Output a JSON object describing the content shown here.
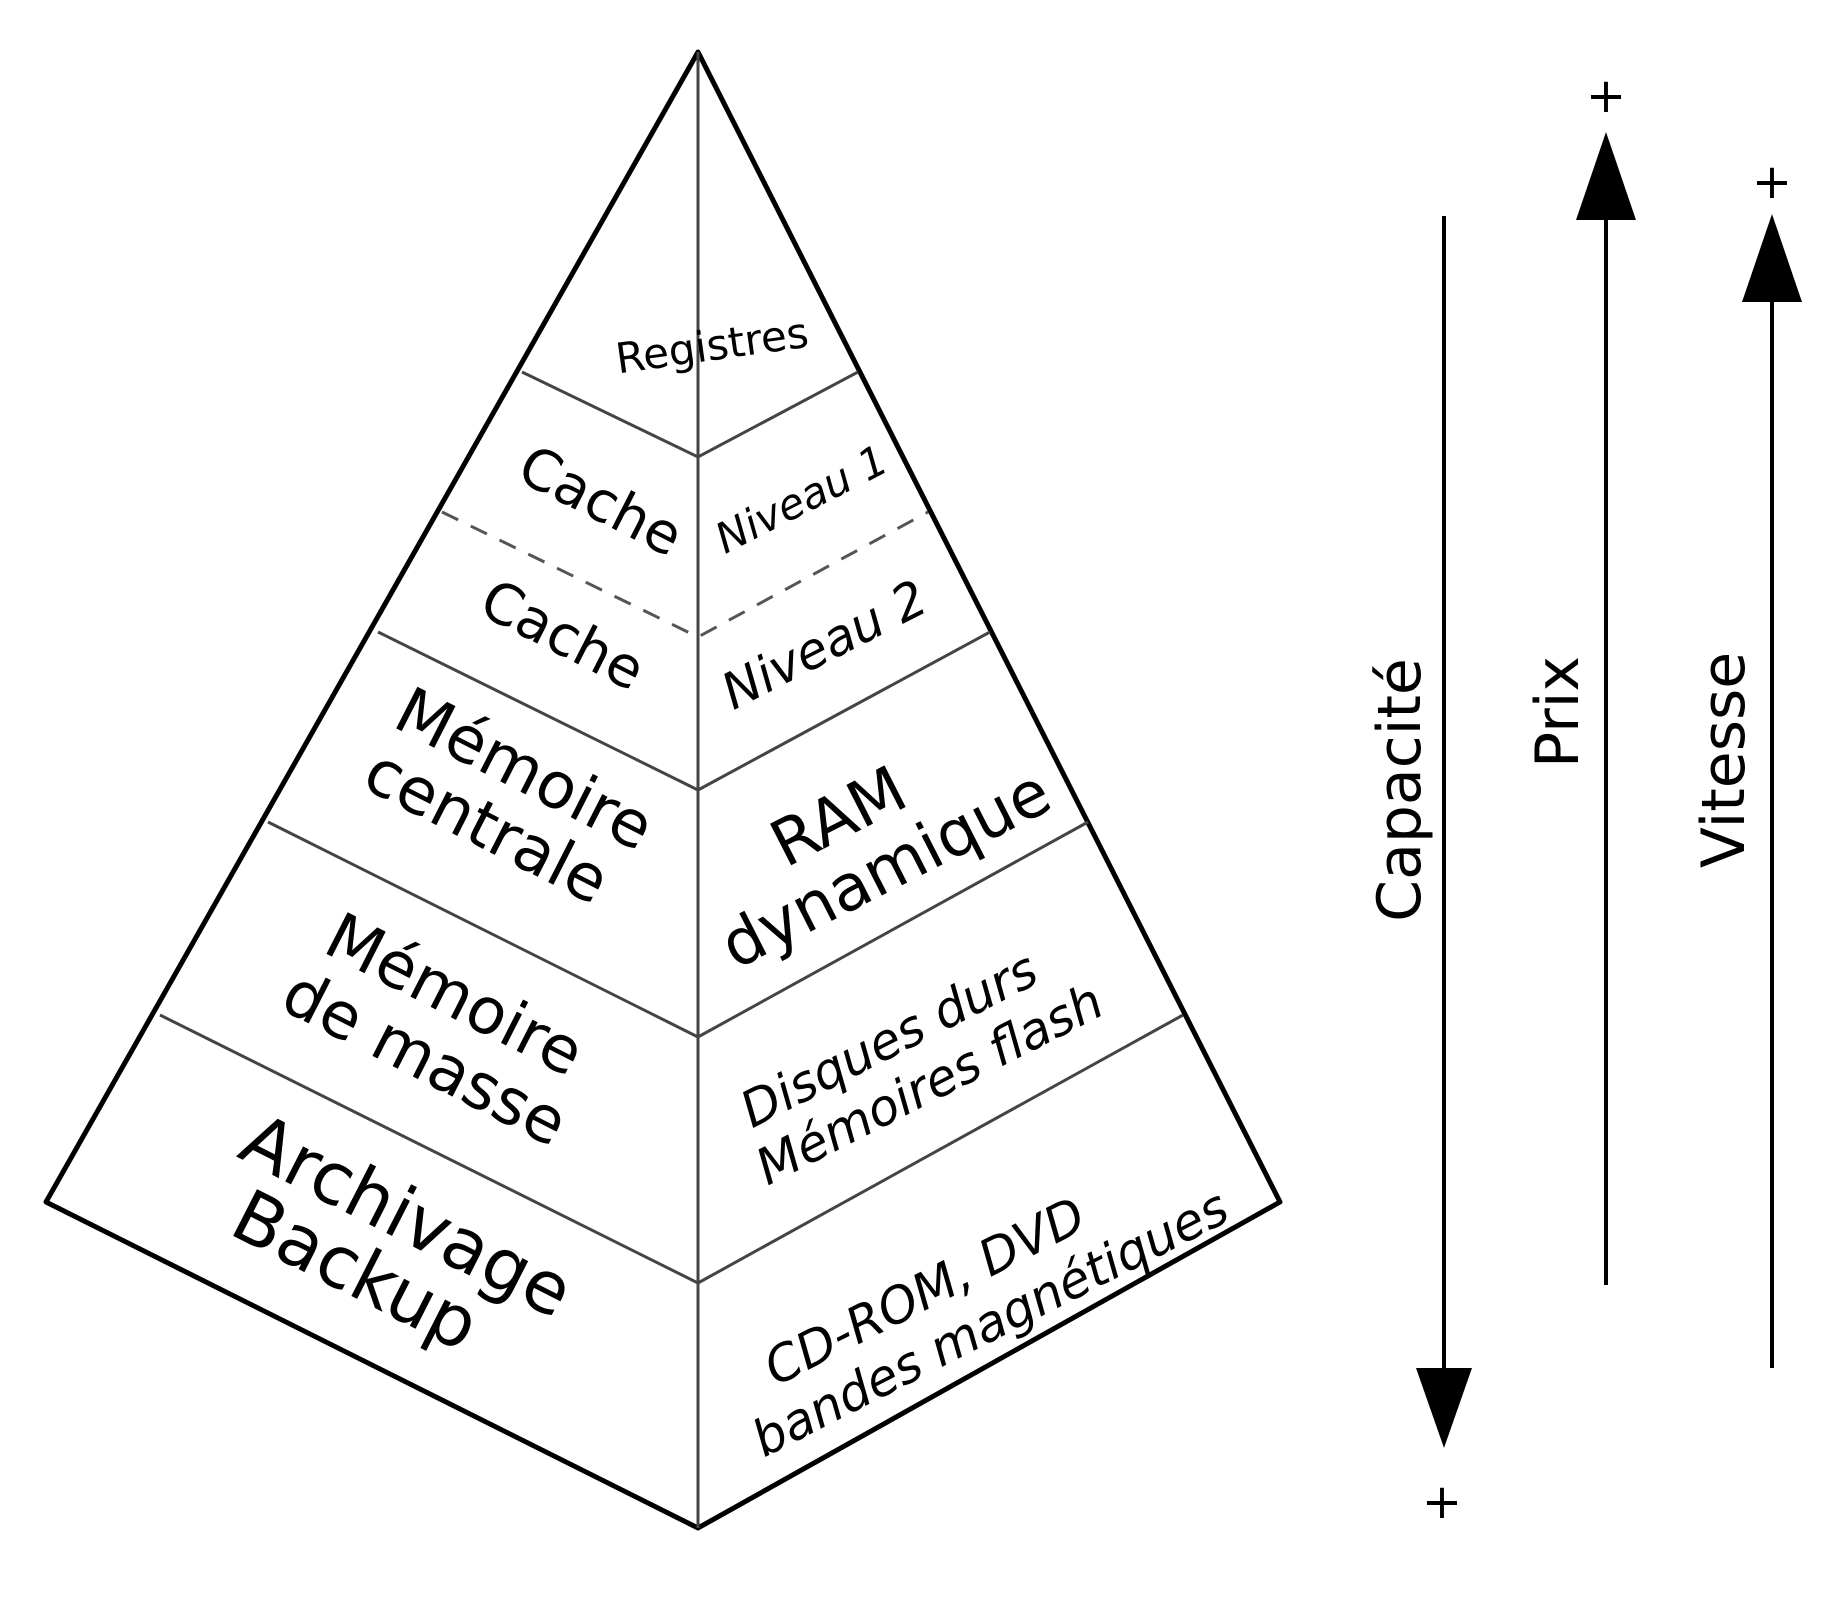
{
  "pyramid": {
    "levels": [
      {
        "left": "Registres",
        "right": ""
      },
      {
        "left": "Cache",
        "right": "Niveau 1"
      },
      {
        "left": "Cache",
        "right": "Niveau 2"
      },
      {
        "left": [
          "Mémoire",
          "centrale"
        ],
        "right": [
          "RAM",
          "dynamique"
        ]
      },
      {
        "left": [
          "Mémoire",
          "de masse"
        ],
        "right": [
          "Disques durs",
          "Mémoires flash"
        ]
      },
      {
        "left": [
          "Archivage",
          "Backup"
        ],
        "right": [
          "CD-ROM, DVD",
          "bandes magnétiques"
        ]
      }
    ]
  },
  "axes": [
    {
      "label": "Capacité",
      "direction": "down",
      "end_marker": "+"
    },
    {
      "label": "Prix",
      "direction": "up",
      "end_marker": "+"
    },
    {
      "label": "Vitesse",
      "direction": "up",
      "end_marker": "+"
    }
  ]
}
